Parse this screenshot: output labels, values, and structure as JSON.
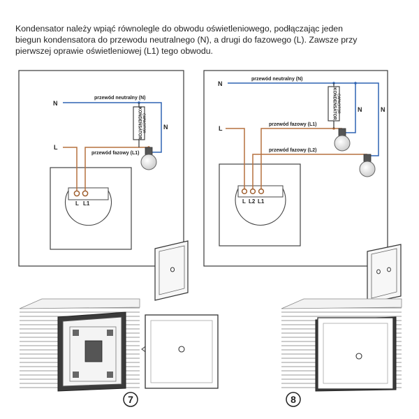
{
  "instructions": {
    "line1": "Kondensator należy wpiąć równolegle do obwodu oświetleniowego, podłączając jeden",
    "line2": "biegun kondensatora do przewodu neutralnego (N), a drugi do fazowego (L). Zawsze przy",
    "line3": "pierwszej oprawie oświetleniowej (L1) tego obwodu."
  },
  "single_gang": {
    "neutral_terminal": "N",
    "live_terminal": "L",
    "neutral_wire_label": "przewód neutralny (N)",
    "phase_wire_label": "przewód fazowy (L1)",
    "capacitor_label_1": "KONDENSATOR",
    "capacitor_label_2": "CAPACITOR",
    "lamp_neutral_label": "N",
    "switch_terminal_l": "L",
    "switch_terminal_l1": "L1"
  },
  "double_gang": {
    "neutral_terminal": "N",
    "live_terminal": "L",
    "neutral_wire_label": "przewód neutralny (N)",
    "phase_wire_l1_label": "przewód fazowy (L1)",
    "phase_wire_l2_label": "przewód fazowy (L2)",
    "capacitor_label_1": "KONDENSATOR",
    "capacitor_label_2": "CAPACITOR",
    "lamp1_neutral_label": "N",
    "lamp2_neutral_label": "N",
    "switch_terminal_l": "L",
    "switch_terminal_l2": "L2",
    "switch_terminal_l1": "L1"
  },
  "steps": {
    "step7": "7",
    "step8": "8"
  },
  "colors": {
    "neutral_wire": "#2e63b3",
    "phase_wire": "#b5703e",
    "frame": "#3a3a3a"
  }
}
